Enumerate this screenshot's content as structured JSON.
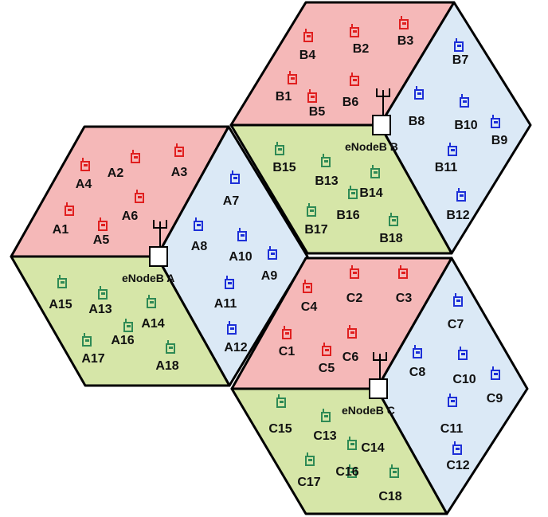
{
  "colors": {
    "sector_1": "#f5b8b8",
    "sector_2": "#dbe9f6",
    "sector_3": "#d6e6a8",
    "ue_1": "#e01f1f",
    "ue_2": "#1d2fd8",
    "ue_3": "#2e8a55"
  },
  "cells": [
    {
      "id": "A",
      "enodeb_label": "eNodeB  A",
      "ues": [
        {
          "label": "A1",
          "sector": 1
        },
        {
          "label": "A2",
          "sector": 1
        },
        {
          "label": "A3",
          "sector": 1
        },
        {
          "label": "A4",
          "sector": 1
        },
        {
          "label": "A5",
          "sector": 1
        },
        {
          "label": "A6",
          "sector": 1
        },
        {
          "label": "A7",
          "sector": 2
        },
        {
          "label": "A8",
          "sector": 2
        },
        {
          "label": "A9",
          "sector": 2
        },
        {
          "label": "A10",
          "sector": 2
        },
        {
          "label": "A11",
          "sector": 2
        },
        {
          "label": "A12",
          "sector": 2
        },
        {
          "label": "A13",
          "sector": 3
        },
        {
          "label": "A14",
          "sector": 3
        },
        {
          "label": "A15",
          "sector": 3
        },
        {
          "label": "A16",
          "sector": 3
        },
        {
          "label": "A17",
          "sector": 3
        },
        {
          "label": "A18",
          "sector": 3
        }
      ]
    },
    {
      "id": "B",
      "enodeb_label": "eNodeB  B",
      "ues": [
        {
          "label": "B1",
          "sector": 1
        },
        {
          "label": "B2",
          "sector": 1
        },
        {
          "label": "B3",
          "sector": 1
        },
        {
          "label": "B4",
          "sector": 1
        },
        {
          "label": "B5",
          "sector": 1
        },
        {
          "label": "B6",
          "sector": 1
        },
        {
          "label": "B7",
          "sector": 2
        },
        {
          "label": "B8",
          "sector": 2
        },
        {
          "label": "B9",
          "sector": 2
        },
        {
          "label": "B10",
          "sector": 2
        },
        {
          "label": "B11",
          "sector": 2
        },
        {
          "label": "B12",
          "sector": 2
        },
        {
          "label": "B13",
          "sector": 3
        },
        {
          "label": "B14",
          "sector": 3
        },
        {
          "label": "B15",
          "sector": 3
        },
        {
          "label": "B16",
          "sector": 3
        },
        {
          "label": "B17",
          "sector": 3
        },
        {
          "label": "B18",
          "sector": 3
        }
      ]
    },
    {
      "id": "C",
      "enodeb_label": "eNodeB  C",
      "ues": [
        {
          "label": "C1",
          "sector": 1
        },
        {
          "label": "C2",
          "sector": 1
        },
        {
          "label": "C3",
          "sector": 1
        },
        {
          "label": "C4",
          "sector": 1
        },
        {
          "label": "C5",
          "sector": 1
        },
        {
          "label": "C6",
          "sector": 1
        },
        {
          "label": "C7",
          "sector": 2
        },
        {
          "label": "C8",
          "sector": 2
        },
        {
          "label": "C9",
          "sector": 2
        },
        {
          "label": "C10",
          "sector": 2
        },
        {
          "label": "C11",
          "sector": 2
        },
        {
          "label": "C12",
          "sector": 2
        },
        {
          "label": "C13",
          "sector": 3
        },
        {
          "label": "C14",
          "sector": 3
        },
        {
          "label": "C15",
          "sector": 3
        },
        {
          "label": "C16",
          "sector": 3
        },
        {
          "label": "C17",
          "sector": 3
        },
        {
          "label": "C18",
          "sector": 3
        }
      ]
    }
  ]
}
